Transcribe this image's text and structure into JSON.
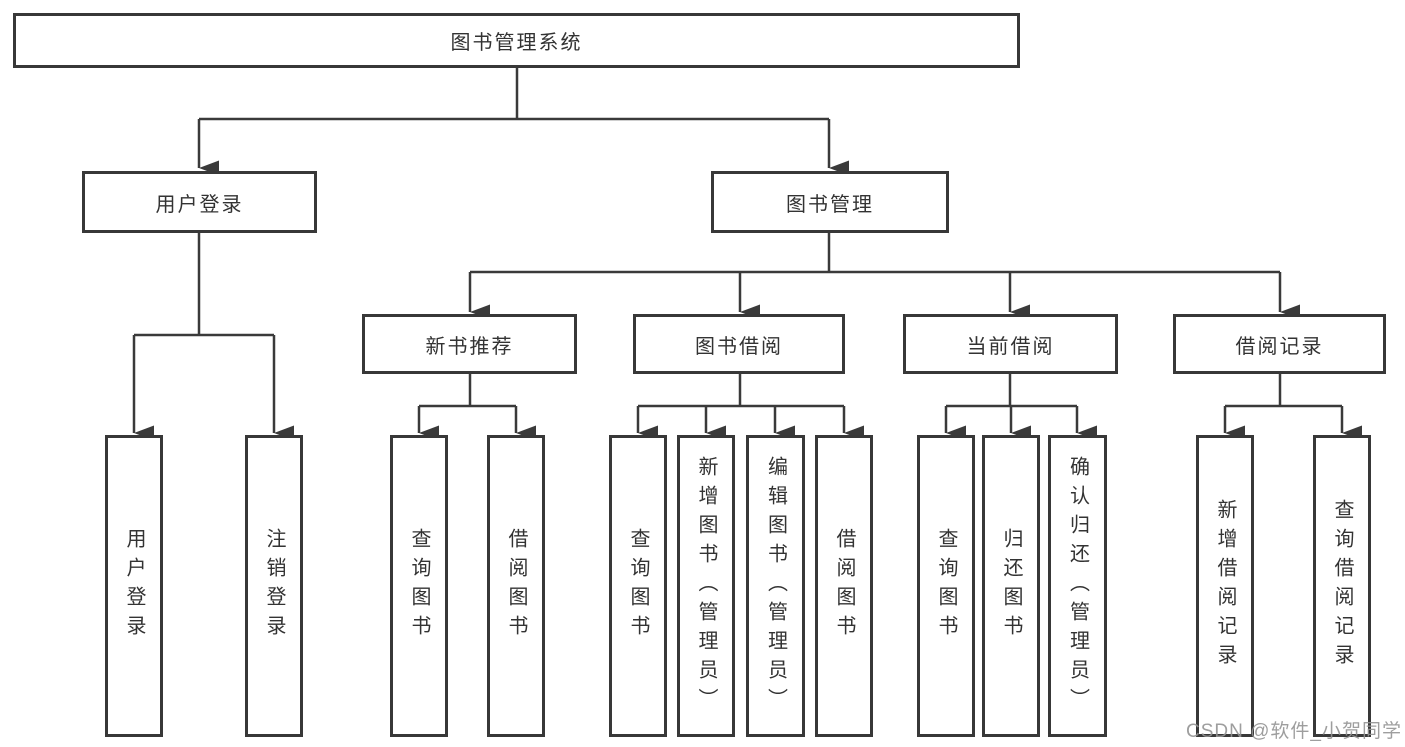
{
  "diagram": {
    "title": "图书管理系统",
    "root": {
      "label": "图书管理系统"
    },
    "level2": [
      {
        "id": "user-login",
        "label": "用户登录"
      },
      {
        "id": "book-management",
        "label": "图书管理"
      }
    ],
    "level3": [
      {
        "id": "new-book-recommend",
        "label": "新书推荐",
        "parent": "图书管理"
      },
      {
        "id": "book-borrowing",
        "label": "图书借阅",
        "parent": "图书管理"
      },
      {
        "id": "current-borrowing",
        "label": "当前借阅",
        "parent": "图书管理"
      },
      {
        "id": "borrowing-records",
        "label": "借阅记录",
        "parent": "图书管理"
      }
    ],
    "leaves": [
      {
        "label": "用户登录",
        "parent": "用户登录"
      },
      {
        "label": "注销登录",
        "parent": "用户登录"
      },
      {
        "label": "查询图书",
        "parent": "新书推荐"
      },
      {
        "label": "借阅图书",
        "parent": "新书推荐"
      },
      {
        "label": "查询图书",
        "parent": "图书借阅"
      },
      {
        "label": "新增图书（管理员）",
        "parent": "图书借阅"
      },
      {
        "label": "编辑图书（管理员）",
        "parent": "图书借阅"
      },
      {
        "label": "借阅图书",
        "parent": "图书借阅"
      },
      {
        "label": "查询图书",
        "parent": "当前借阅"
      },
      {
        "label": "归还图书",
        "parent": "当前借阅"
      },
      {
        "label": "确认归还（管理员）",
        "parent": "当前借阅"
      },
      {
        "label": "新增借阅记录",
        "parent": "借阅记录"
      },
      {
        "label": "查询借阅记录",
        "parent": "借阅记录"
      }
    ],
    "colors": {
      "line": "#3a3a3a",
      "border": "#383838",
      "text": "#333333",
      "background": "#ffffff",
      "watermark": "#949494"
    }
  },
  "watermark": {
    "text": "CSDN @软件_小贺同学"
  }
}
